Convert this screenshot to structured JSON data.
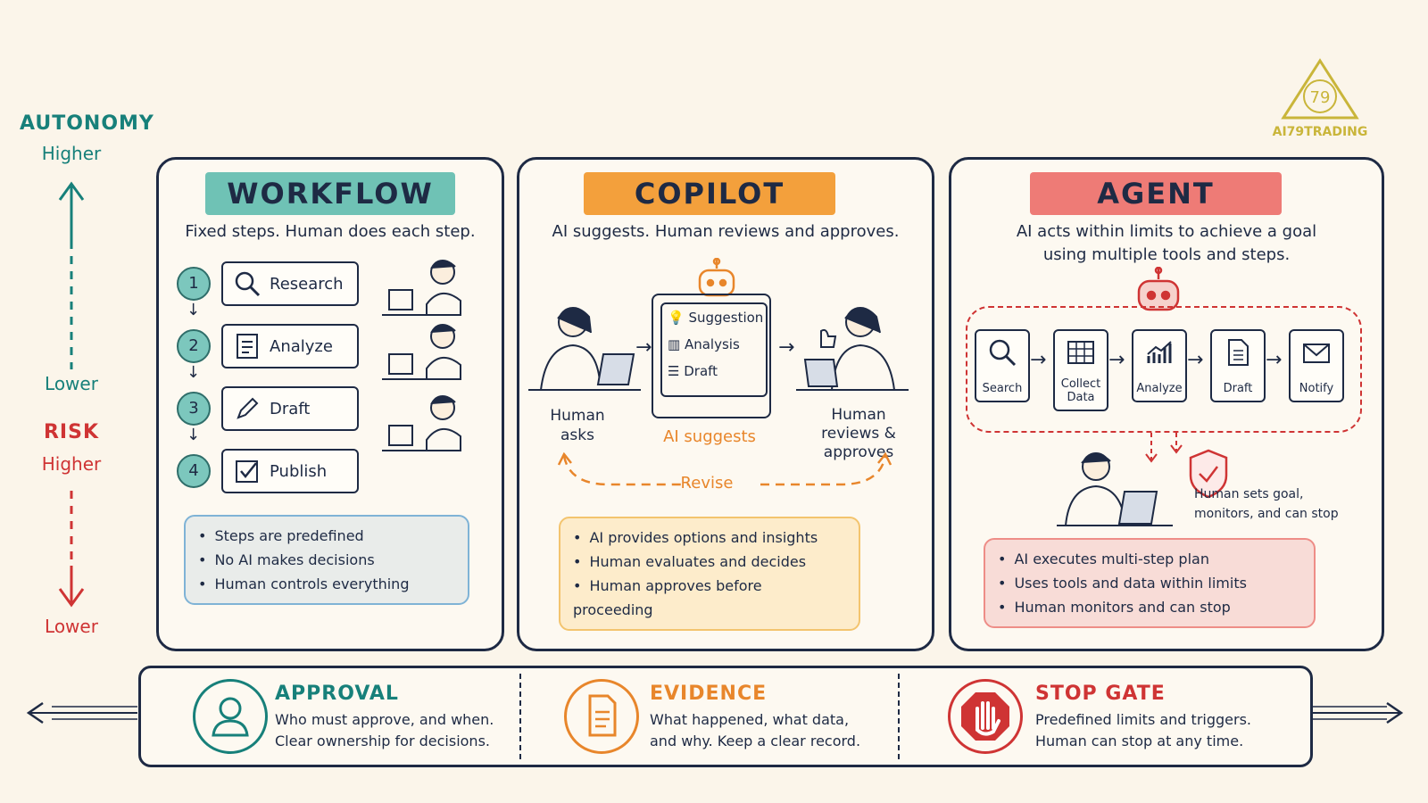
{
  "axis": {
    "autonomy_title": "AUTONOMY",
    "autonomy_high": "Higher",
    "autonomy_low": "Lower",
    "risk_title": "RISK",
    "risk_high": "Higher",
    "risk_low": "Lower"
  },
  "logo": {
    "text": "AI79TRADING",
    "icon": "triangle-79-logo-icon"
  },
  "workflow": {
    "title": "WORKFLOW",
    "subtitle": "Fixed steps. Human does each step.",
    "steps": [
      {
        "num": "1",
        "label": "Research",
        "icon": "magnifier-icon"
      },
      {
        "num": "2",
        "label": "Analyze",
        "icon": "document-list-icon"
      },
      {
        "num": "3",
        "label": "Draft",
        "icon": "pencil-icon"
      },
      {
        "num": "4",
        "label": "Publish",
        "icon": "checkbox-icon"
      }
    ],
    "bullets": [
      "Steps are predefined",
      "No AI makes decisions",
      "Human controls everything"
    ]
  },
  "copilot": {
    "title": "COPILOT",
    "subtitle": "AI suggests. Human reviews and approves.",
    "human_asks": "Human\nasks",
    "ai_suggests": "AI suggests",
    "human_reviews": "Human\nreviews &\napproves",
    "revise": "Revise",
    "card": [
      "Suggestion",
      "Analysis",
      "Draft"
    ],
    "bullets": [
      "AI provides options and insights",
      "Human evaluates and decides",
      "Human approves before proceeding"
    ]
  },
  "agent": {
    "title": "AGENT",
    "subtitle": "AI acts within limits to achieve a goal\nusing multiple tools and steps.",
    "tools": [
      "Search",
      "Collect\nData",
      "Analyze",
      "Draft",
      "Notify"
    ],
    "human_note": "Human sets goal,\nmonitors, and can stop",
    "bullets": [
      "AI executes multi-step plan",
      "Uses tools and data within limits",
      "Human monitors and can stop"
    ]
  },
  "gates": [
    {
      "title": "APPROVAL",
      "desc": "Who must approve, and when.\nClear ownership for decisions.",
      "icon": "person-icon",
      "color": "#17807a"
    },
    {
      "title": "EVIDENCE",
      "desc": "What happened, what data,\nand why. Keep a clear record.",
      "icon": "document-icon",
      "color": "#e8862b"
    },
    {
      "title": "STOP GATE",
      "desc": "Predefined limits and triggers.\nHuman can stop at any time.",
      "icon": "stop-hand-icon",
      "color": "#cf3434"
    }
  ],
  "colors": {
    "workflow": "#6fc2b5",
    "copilot": "#f3a03c",
    "agent": "#ee7b76",
    "ink": "#1e2a44"
  }
}
